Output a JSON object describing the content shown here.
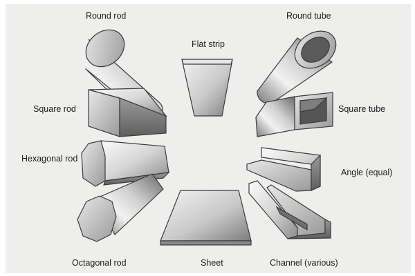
{
  "labels": {
    "round_rod": "Round rod",
    "round_tube": "Round tube",
    "flat_strip": "Flat strip",
    "square_rod": "Square rod",
    "square_tube": "Square tube",
    "hexagonal_rod": "Hexagonal rod",
    "angle_equal": "Angle (equal)",
    "octagonal_rod": "Octagonal rod",
    "sheet": "Sheet",
    "channel_various": "Channel (various)"
  },
  "colors": {
    "background": "#eeeeec",
    "metal_light": "#f4f4f4",
    "metal_mid": "#bdbdbd",
    "metal_dark": "#6e6e6e",
    "outline": "#3a3a3a",
    "text": "#1d1d1d"
  }
}
